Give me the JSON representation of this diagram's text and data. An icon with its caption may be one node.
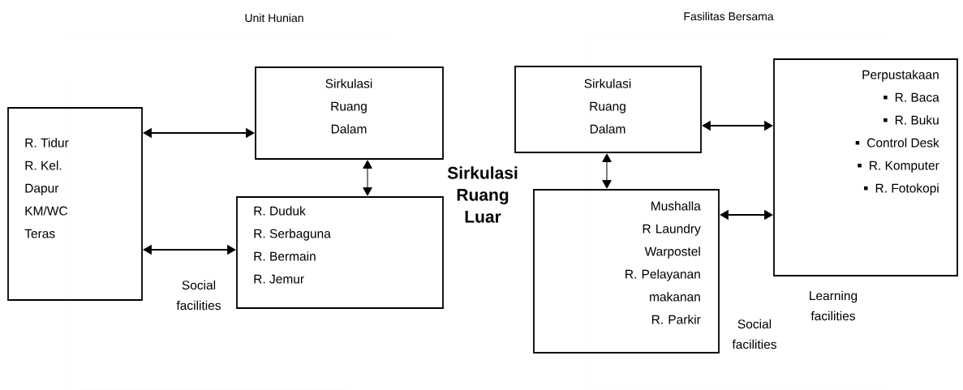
{
  "diagram": {
    "nodes": [
      {
        "text": [
          "R. Tidur",
          "R. Kel.",
          "Dapur",
          "KM/WC",
          "Teras"
        ]
      },
      {
        "text": [
          "Sirkulasi Ruang Dalam"
        ]
      },
      {
        "text": [
          "R. Duduk",
          "R. Serbaguna",
          "R. Bermain",
          "R. Jemur"
        ],
        "beside": [
          "Social facilities"
        ]
      },
      {
        "text": [
          "Sirkulasi Ruang Dalam"
        ]
      },
      {
        "text": [
          "Mushalla",
          "R Laundry",
          "Warpostel",
          "R. Pelayanan makanan",
          "R. Parkir"
        ],
        "beside": [
          "Social facilities"
        ]
      },
      {
        "text": [
          "Perpustakaan",
          "R. Baca",
          "R. Buku",
          "Control Desk",
          "R. Komputer",
          "R. Fotokopi"
        ],
        "beside": [
          "Learning facilities"
        ]
      }
    ],
    "edges": [
      {
        "from": 0,
        "to": 1,
        "arrow": "both"
      },
      {
        "from": 0,
        "to": 2,
        "arrow": "both"
      },
      {
        "from": 1,
        "to": 2,
        "arrow": "both"
      },
      {
        "from": 3,
        "to": 5,
        "arrow": "both"
      },
      {
        "from": 3,
        "to": 4,
        "arrow": "both"
      },
      {
        "from": 4,
        "to": 5,
        "arrow": "both"
      }
    ],
    "labels": [
      "Unit Hunian",
      "Fasilitas Bersama",
      "Sirkulasi Ruang Luar"
    ]
  }
}
